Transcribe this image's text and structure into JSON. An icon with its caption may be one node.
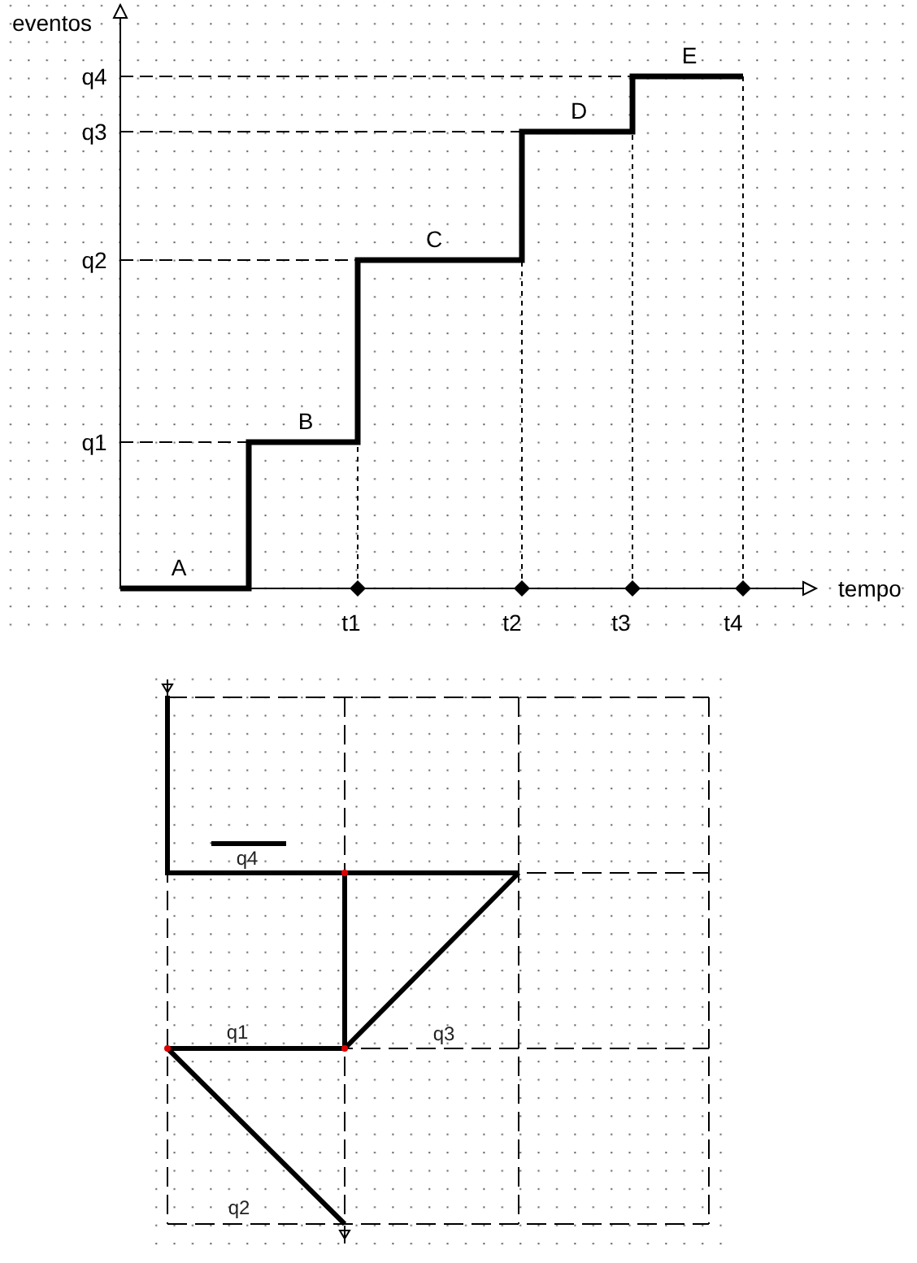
{
  "diagram": {
    "labels": [
      "eventos",
      "q4",
      "E",
      "q3",
      "D",
      "q2",
      "C",
      "q1",
      "B",
      "A",
      "tempo",
      "t1",
      "t2",
      "t3",
      "t4",
      "q4",
      "q1",
      "q3",
      "q2"
    ]
  }
}
